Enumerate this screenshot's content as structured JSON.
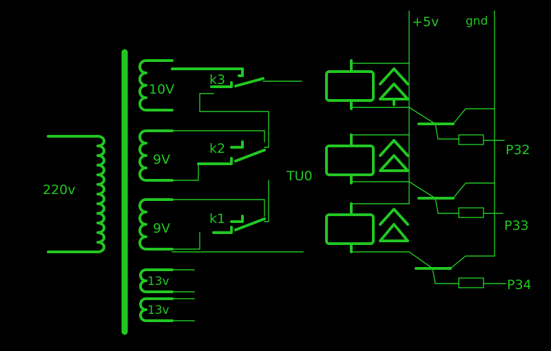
{
  "transformer": {
    "primary_label": "220v",
    "secondaries": [
      {
        "label": "10V"
      },
      {
        "label": "9V"
      },
      {
        "label": "9V"
      },
      {
        "label": "13v"
      },
      {
        "label": "13v"
      }
    ]
  },
  "relays": [
    {
      "label": "k3"
    },
    {
      "label": "k2"
    },
    {
      "label": "k1"
    }
  ],
  "output_label": "TU0",
  "supply": {
    "plus": "+5v",
    "ground": "gnd"
  },
  "ports": [
    {
      "label": "P32"
    },
    {
      "label": "P33"
    },
    {
      "label": "P34"
    }
  ],
  "colors": {
    "background": "#000000",
    "trace": "#22c722"
  }
}
